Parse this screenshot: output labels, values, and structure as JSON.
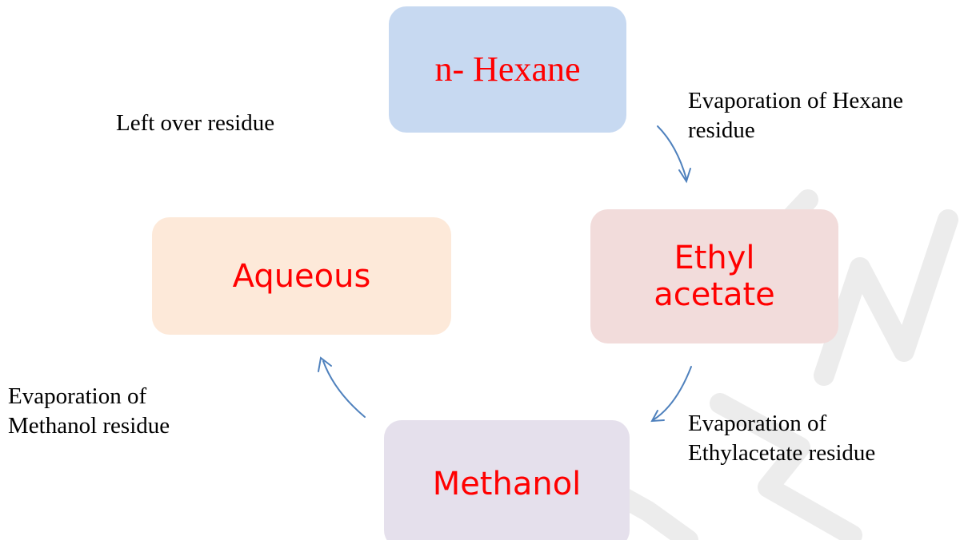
{
  "nodes": {
    "hexane": "n- Hexane",
    "ethyl_line1": "Ethyl",
    "ethyl_line2": "acetate",
    "aqueous": "Aqueous",
    "methanol": "Methanol"
  },
  "labels": {
    "hexane_line1": "Evaporation of Hexane",
    "hexane_line2": "residue",
    "leftover": "Left over residue",
    "methanol_line1": "Evaporation of",
    "methanol_line2": "Methanol residue",
    "ethyl_line1": "Evaporation of",
    "ethyl_line2": "Ethylacetate residue"
  },
  "colors": {
    "node_text": "#ff0000",
    "hexane_fill": "#c7d9f1",
    "ethyl_fill": "#f2dcdb",
    "aqueous_fill": "#fde9d9",
    "methanol_fill": "#e5e0ec",
    "arrow": "#4f81bd"
  }
}
